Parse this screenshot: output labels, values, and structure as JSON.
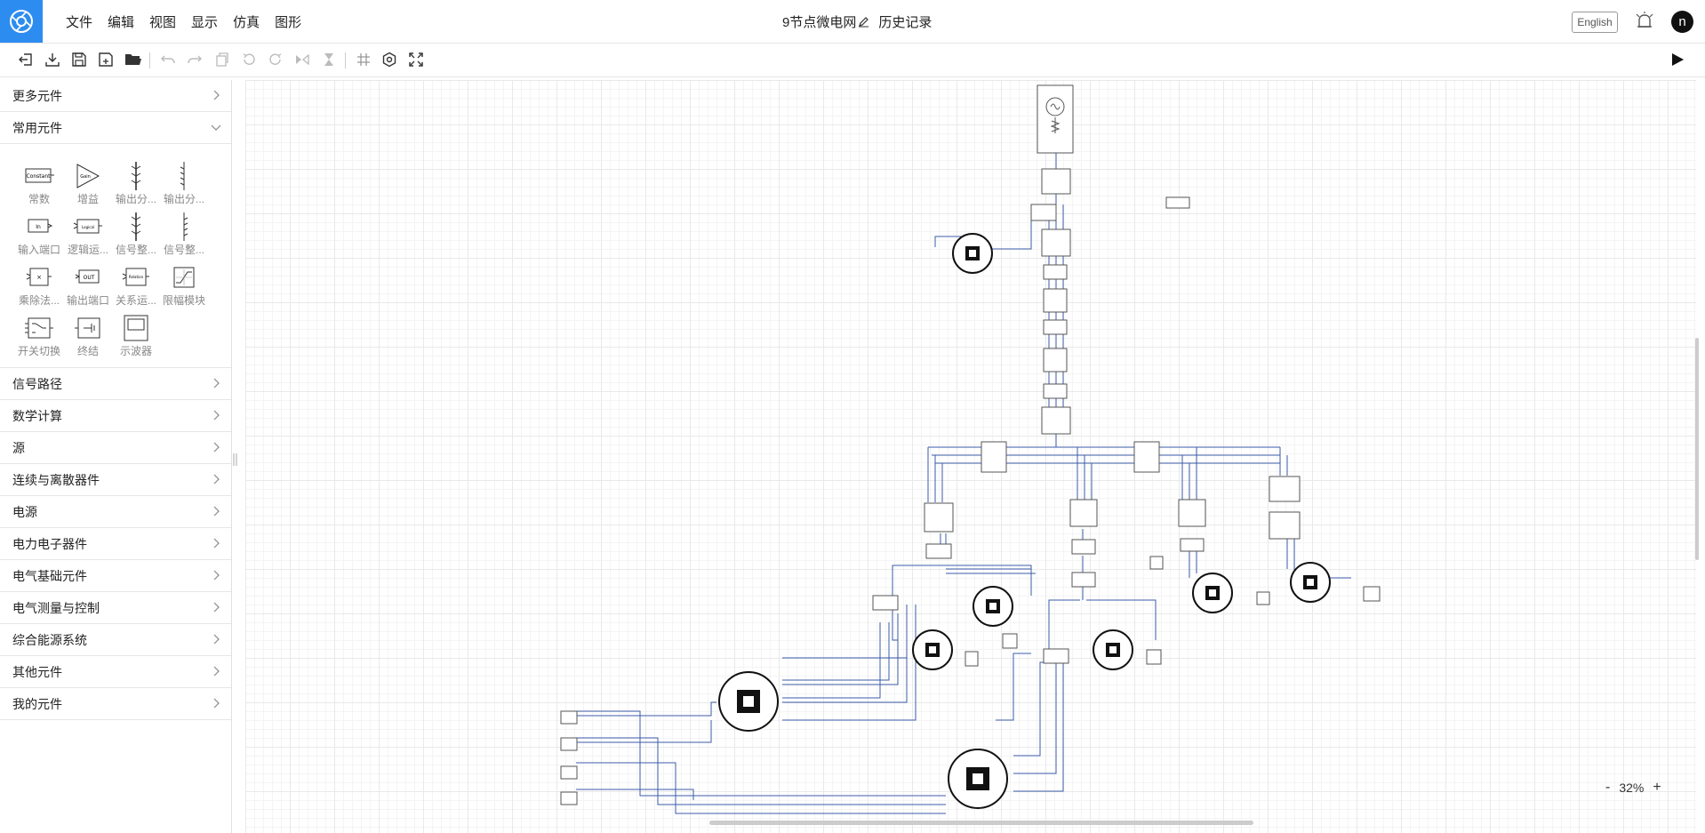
{
  "app": {
    "menus": [
      "文件",
      "编辑",
      "视图",
      "显示",
      "仿真",
      "图形"
    ],
    "title": "9节点微电网",
    "history_label": "历史记录",
    "lang_button": "English",
    "avatar_letter": "n"
  },
  "toolbar": {
    "icons": [
      "exit-icon",
      "download-icon",
      "save-icon",
      "save-as-icon",
      "open-folder-icon",
      "undo-icon",
      "redo-icon",
      "copy-icon",
      "rotate-left-icon",
      "rotate-right-icon",
      "flip-icon",
      "hourglass-icon",
      "grid-icon",
      "settings-hex-icon",
      "fullscreen-icon"
    ],
    "run_label": "run"
  },
  "sidebar": {
    "more_components": "更多元件",
    "common_components": "常用元件",
    "palette": [
      {
        "label": "常数",
        "icon": "Constant"
      },
      {
        "label": "增益",
        "icon": "Gain"
      },
      {
        "label": "输出分...",
        "icon": ""
      },
      {
        "label": "输出分...",
        "icon": ""
      },
      {
        "label": "输入端口",
        "icon": "In"
      },
      {
        "label": "逻辑运...",
        "icon": "Logical"
      },
      {
        "label": "信号整...",
        "icon": ""
      },
      {
        "label": "信号整...",
        "icon": ""
      },
      {
        "label": "乘除法...",
        "icon": "×"
      },
      {
        "label": "输出端口",
        "icon": "OUT"
      },
      {
        "label": "关系运...",
        "icon": "Relation"
      },
      {
        "label": "限幅模块",
        "icon": ""
      },
      {
        "label": "开关切换",
        "icon": ""
      },
      {
        "label": "终结",
        "icon": ""
      },
      {
        "label": "示波器",
        "icon": ""
      }
    ],
    "categories": [
      "信号路径",
      "数学计算",
      "源",
      "连续与离散器件",
      "电源",
      "电力电子器件",
      "电气基础元件",
      "电气测量与控制",
      "综合能源系统",
      "其他元件",
      "我的元件"
    ]
  },
  "canvas": {
    "zoom_minus": "-",
    "zoom_level": "32%",
    "zoom_plus": "+"
  }
}
